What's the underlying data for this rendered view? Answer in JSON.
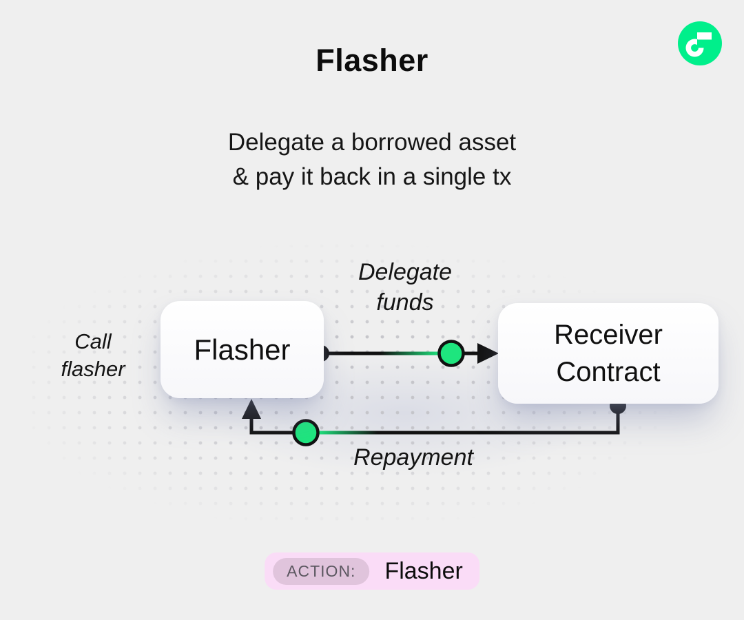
{
  "page": {
    "title": "Flasher",
    "subtitle_line1": "Delegate a borrowed asset",
    "subtitle_line2": "& pay it back in a single tx",
    "background_color": "#efefef"
  },
  "logo": {
    "name": "flow-logo",
    "brand_green": "#00ef8b"
  },
  "diagram": {
    "nodes": [
      {
        "id": "flasher",
        "label": "Flasher"
      },
      {
        "id": "receiver-contract",
        "label": "Receiver Contract",
        "lines": [
          "Receiver",
          "Contract"
        ]
      }
    ],
    "labels": {
      "call_flasher": [
        "Call",
        "flasher"
      ],
      "delegate_funds": [
        "Delegate",
        "funds"
      ],
      "repayment": "Repayment"
    },
    "edges": [
      {
        "from": "flasher",
        "to": "receiver-contract",
        "label": "Delegate funds"
      },
      {
        "from": "receiver-contract",
        "to": "flasher",
        "label": "Repayment"
      }
    ],
    "accent_green": "#1ee57e",
    "line_color": "#111111"
  },
  "action_bar": {
    "label": "ACTION:",
    "value": "Flasher",
    "pill_bg": "#fadcf7",
    "chip_bg": "#e0c4dc"
  }
}
